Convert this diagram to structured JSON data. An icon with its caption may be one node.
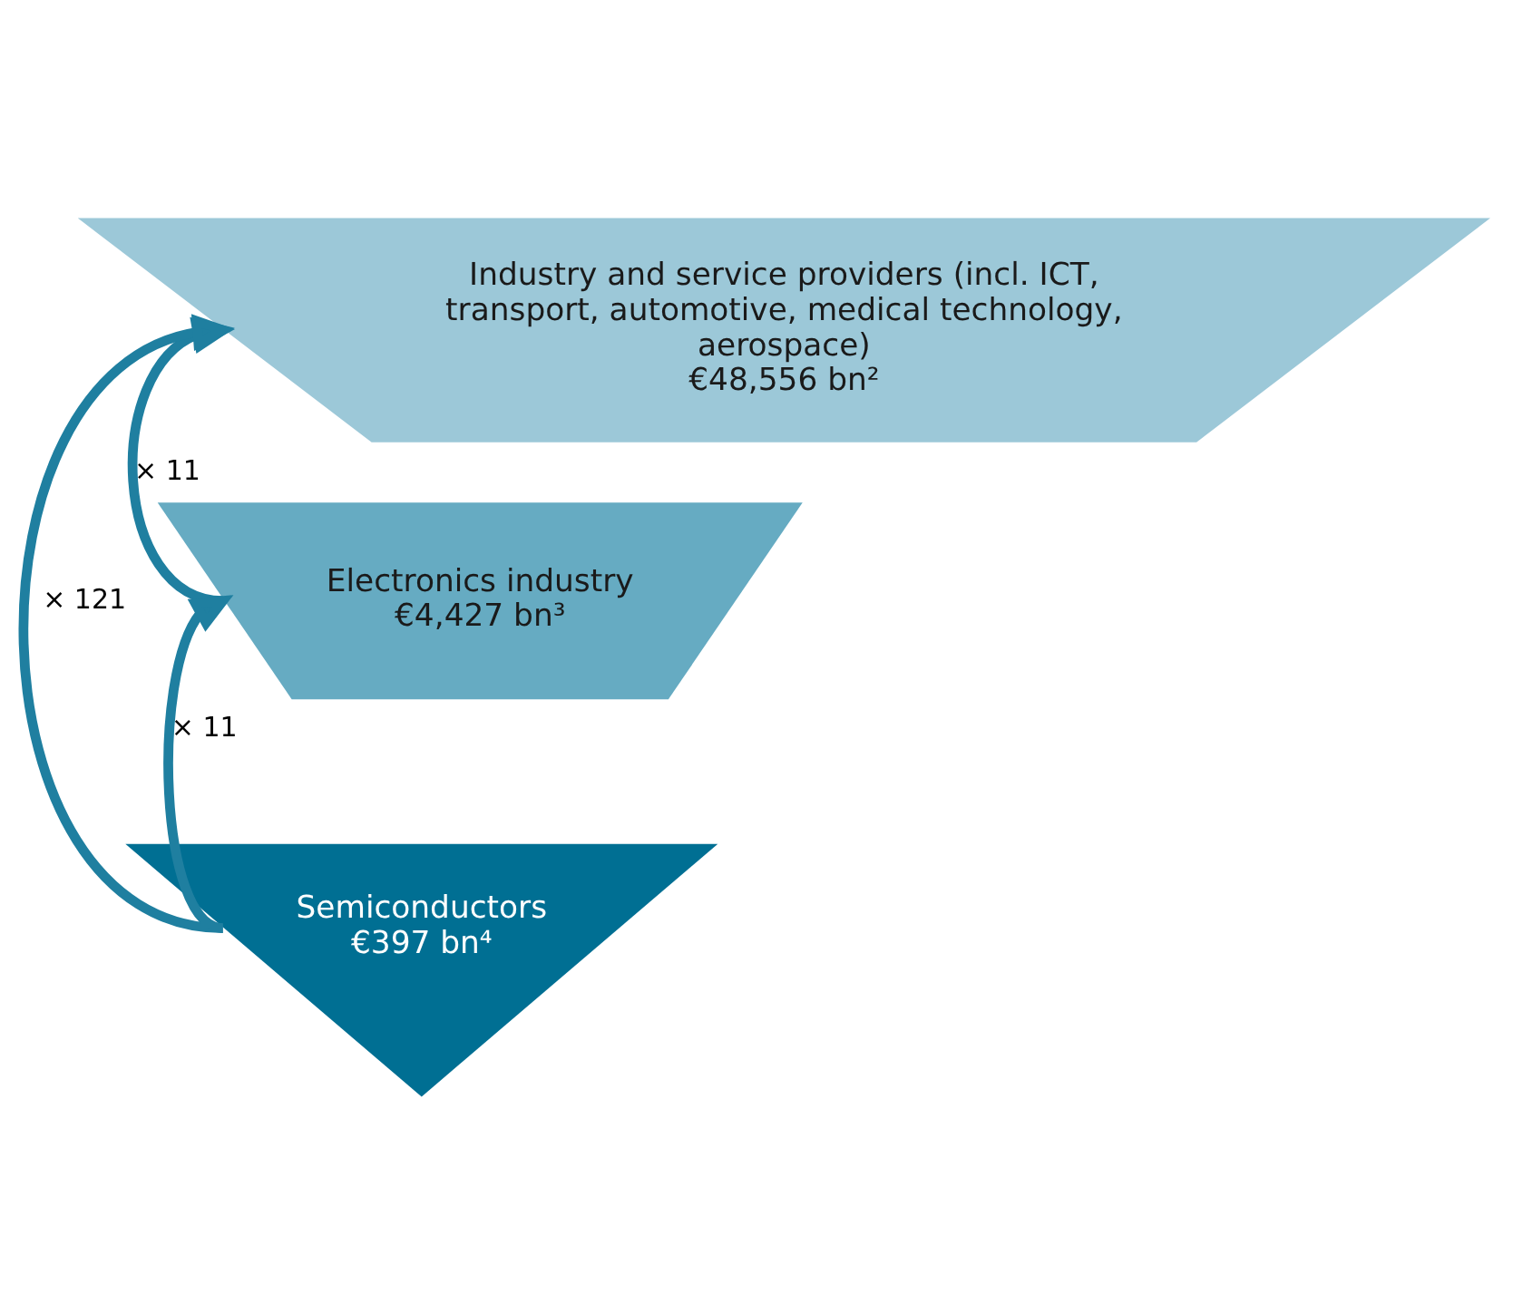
{
  "diagram": {
    "nodes": [
      {
        "text": [
          "Industry and service providers (incl. ICT, transport, automotive, medical technology, aerospace)",
          "€48,556 bn²"
        ]
      },
      {
        "text": [
          "Electronics industry",
          "€4,427 bn³"
        ]
      },
      {
        "text": [
          "Semiconductors",
          "€397 bn⁴"
        ]
      }
    ],
    "edges": [
      {
        "from": 1,
        "to": 0,
        "arrow": "to",
        "label": "× 11"
      },
      {
        "from": 2,
        "to": 1,
        "arrow": "to",
        "label": "× 11"
      },
      {
        "from": 2,
        "to": 0,
        "arrow": "to",
        "label": "× 121"
      }
    ]
  }
}
